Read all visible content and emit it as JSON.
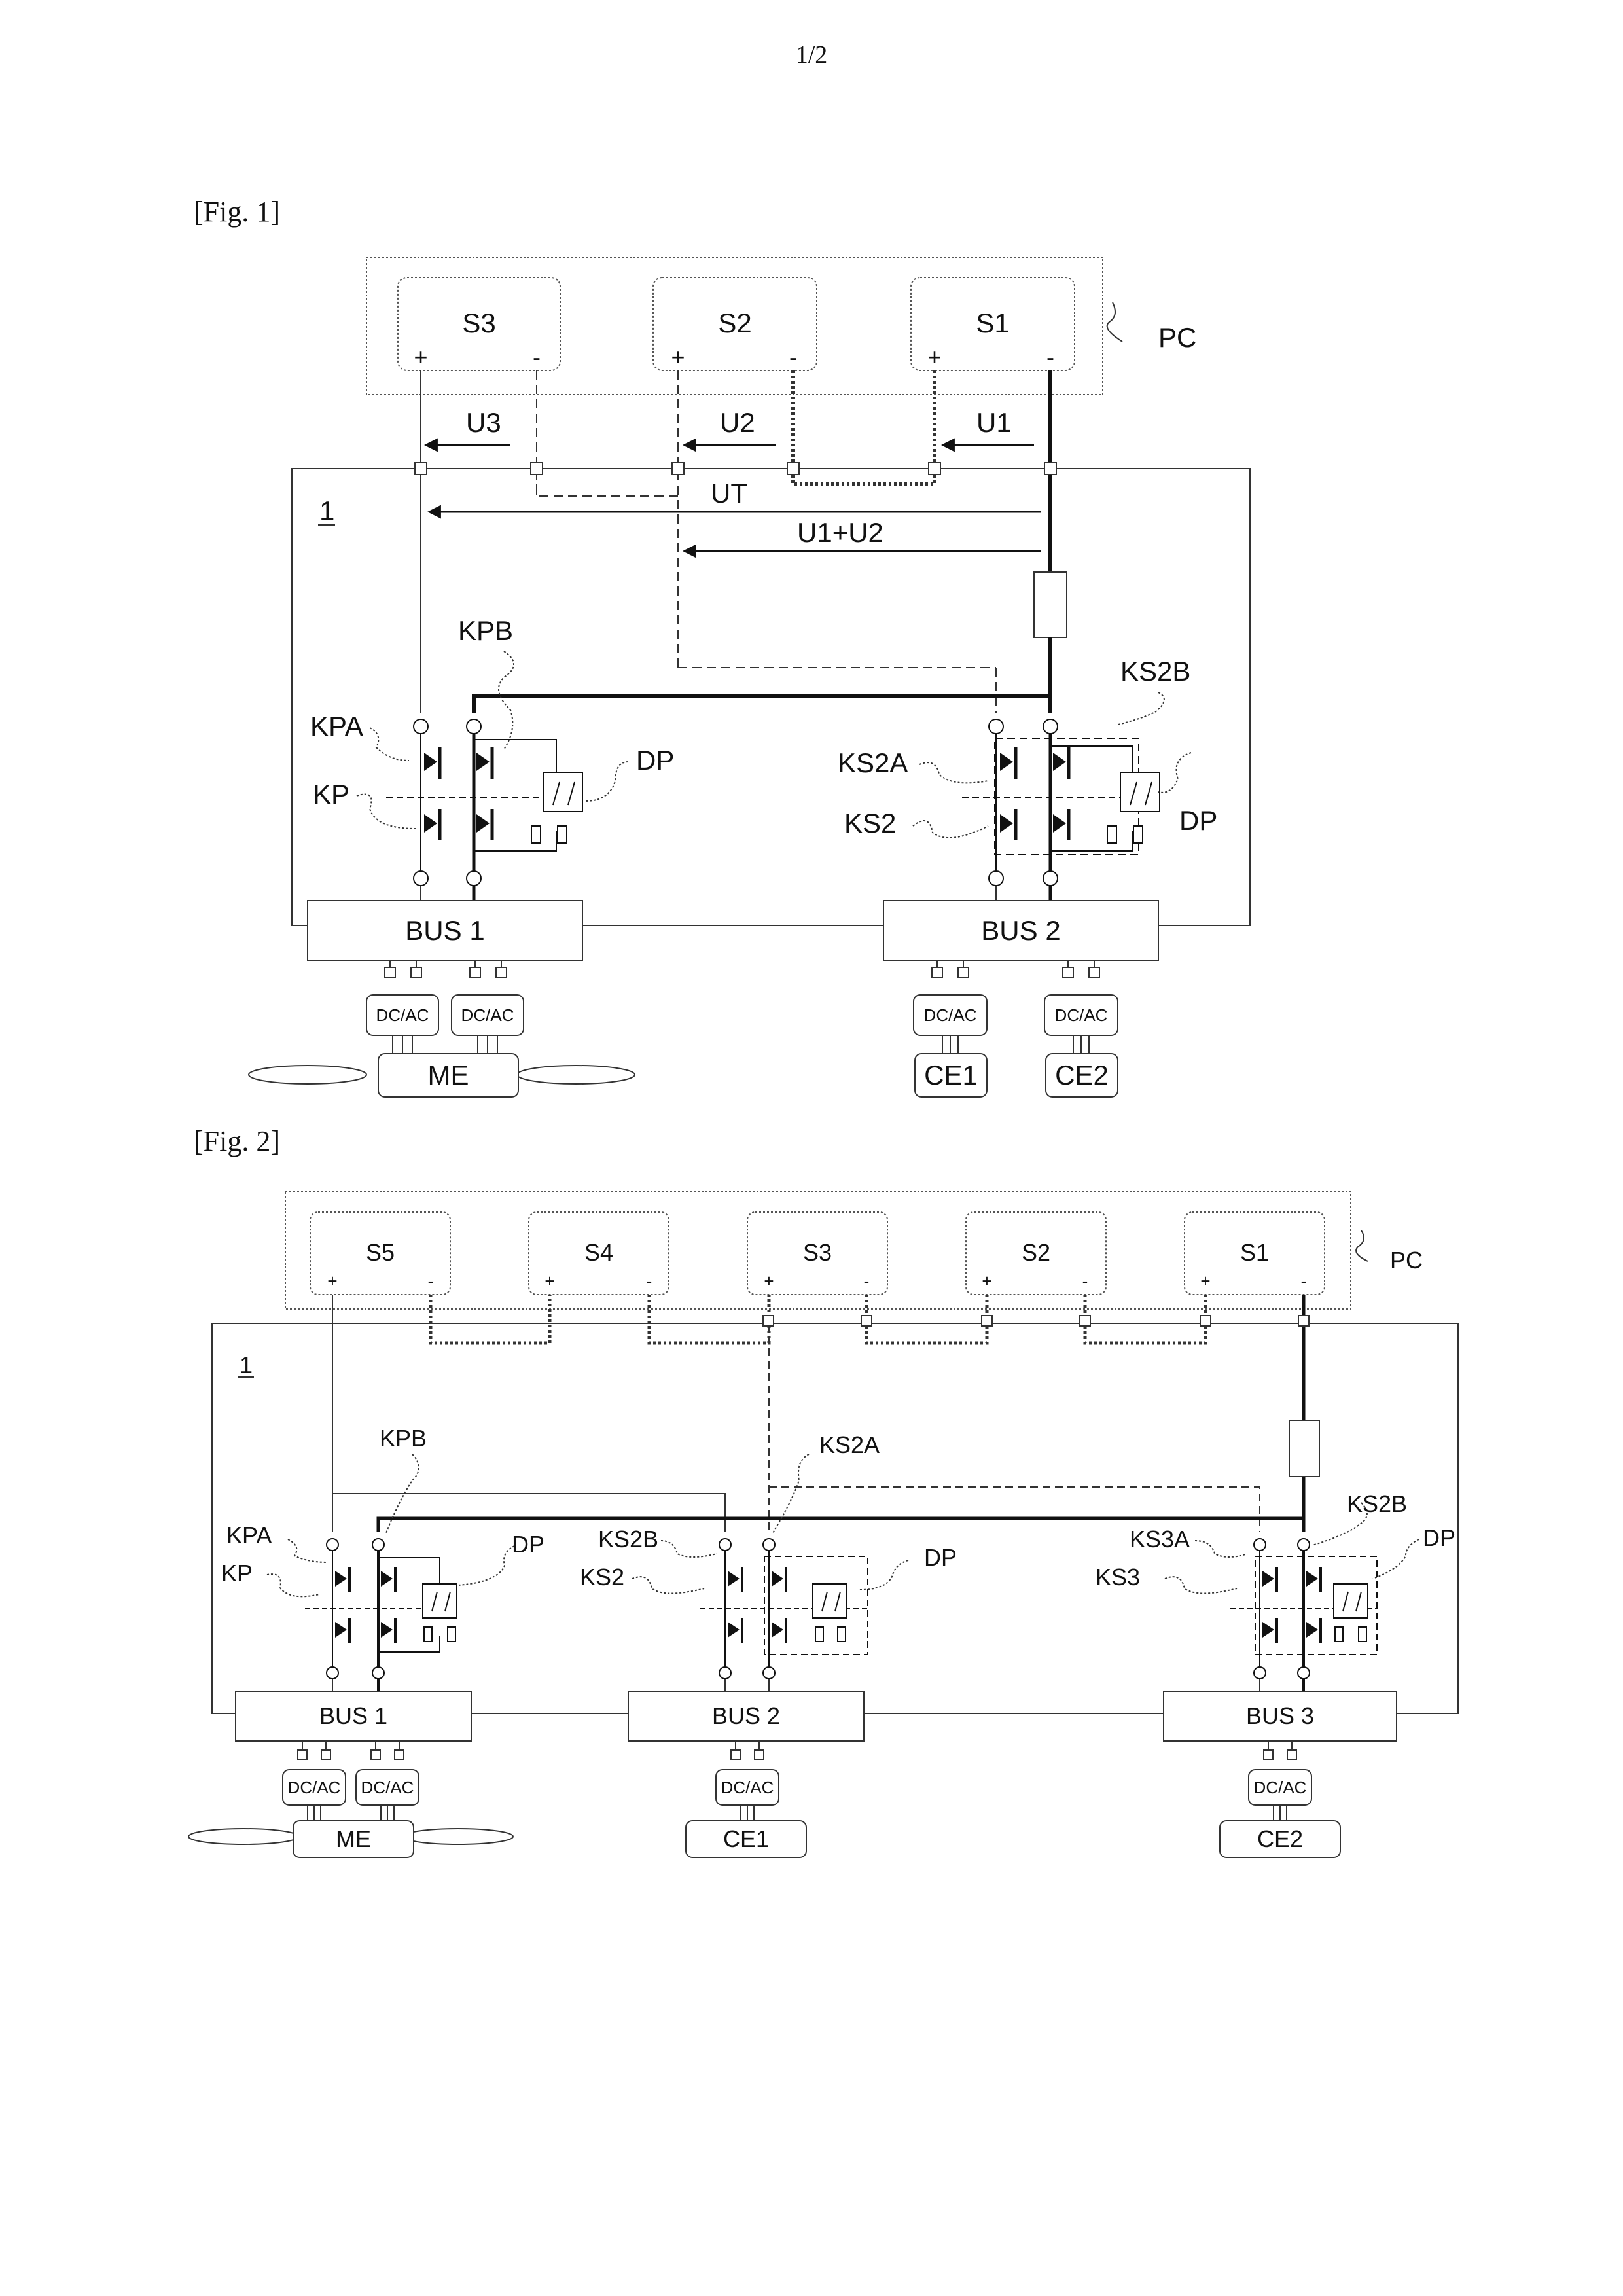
{
  "page": {
    "number": "1/2"
  },
  "fig1": {
    "label": "[Fig. 1]",
    "power_center": "PC",
    "system_ref": "1",
    "sources": [
      {
        "name": "S3",
        "plus": "+",
        "minus": "-"
      },
      {
        "name": "S2",
        "plus": "+",
        "minus": "-"
      },
      {
        "name": "S1",
        "plus": "+",
        "minus": "-"
      }
    ],
    "voltages": {
      "u3": "U3",
      "u2": "U2",
      "u1": "U1",
      "ut": "UT",
      "u12": "U1+U2"
    },
    "callouts": {
      "kpb": "KPB",
      "kpa": "KPA",
      "kp": "KP",
      "dp_left": "DP",
      "ks2b": "KS2B",
      "ks2a": "KS2A",
      "ks2": "KS2",
      "dp_right": "DP"
    },
    "buses": [
      "BUS 1",
      "BUS 2"
    ],
    "converter": "DC/AC",
    "loads": {
      "me": "ME",
      "ce1": "CE1",
      "ce2": "CE2"
    }
  },
  "fig2": {
    "label": "[Fig. 2]",
    "power_center": "PC",
    "system_ref": "1",
    "sources": [
      {
        "name": "S5",
        "plus": "+",
        "minus": "-"
      },
      {
        "name": "S4",
        "plus": "+",
        "minus": "-"
      },
      {
        "name": "S3",
        "plus": "+",
        "minus": "-"
      },
      {
        "name": "S2",
        "plus": "+",
        "minus": "-"
      },
      {
        "name": "S1",
        "plus": "+",
        "minus": "-"
      }
    ],
    "callouts": {
      "kpb": "KPB",
      "kpa": "KPA",
      "kp": "KP",
      "dp1": "DP",
      "ks2a": "KS2A",
      "ks2b": "KS2B",
      "ks2": "KS2",
      "dp2": "DP",
      "ks3a": "KS3A",
      "ks3": "KS3",
      "ks2b_right": "KS2B",
      "dp3": "DP"
    },
    "buses": [
      "BUS 1",
      "BUS 2",
      "BUS 3"
    ],
    "converter": "DC/AC",
    "loads": {
      "me": "ME",
      "ce1": "CE1",
      "ce2": "CE2"
    }
  }
}
